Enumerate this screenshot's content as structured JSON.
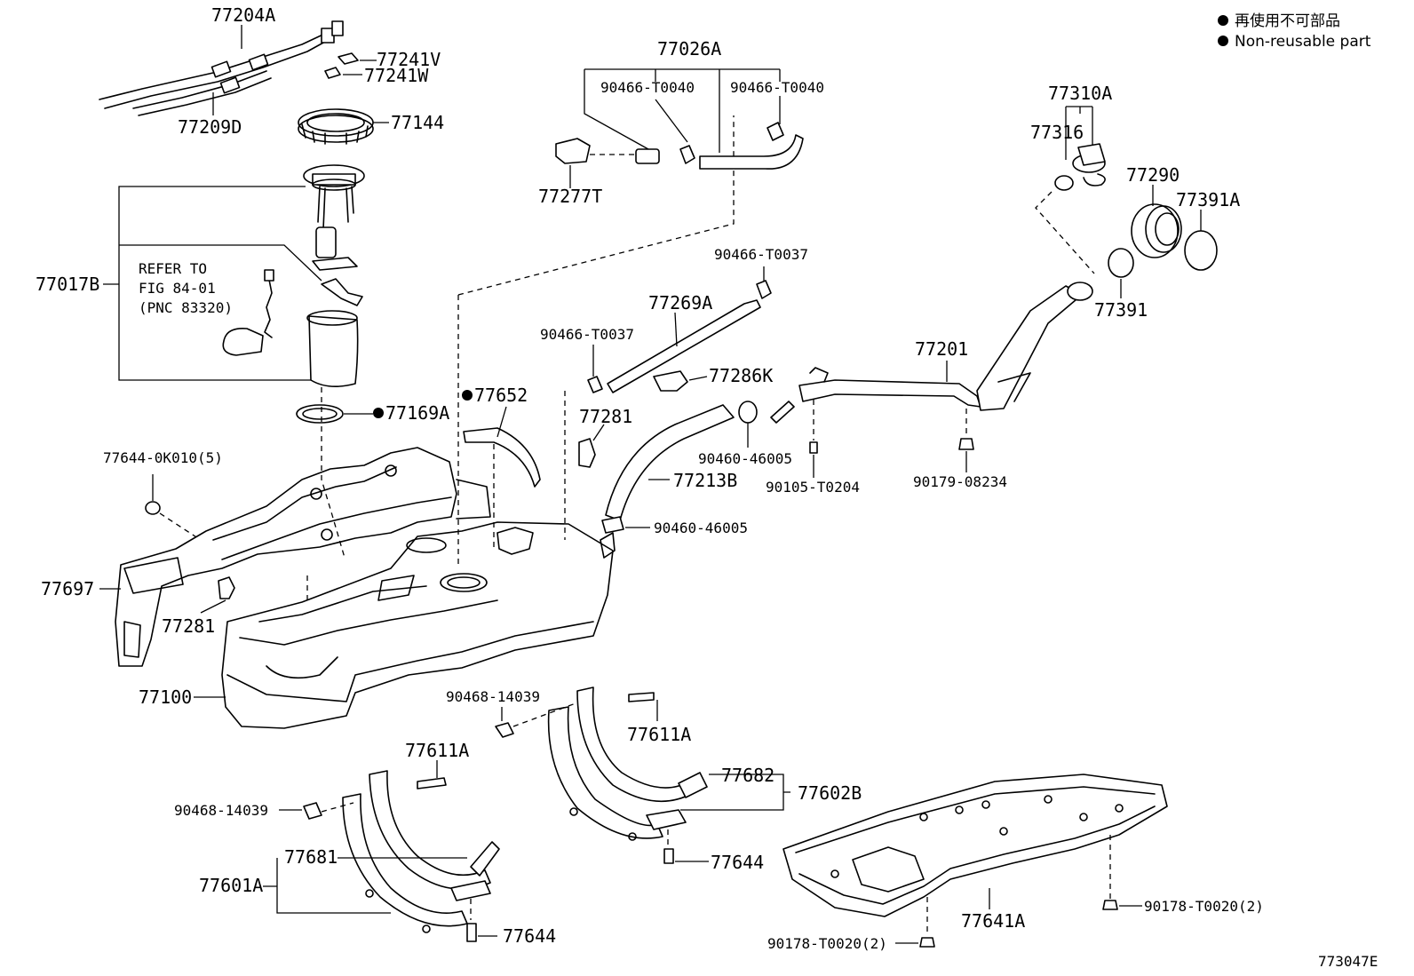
{
  "legend": {
    "line1": "再使用不可部品",
    "line2": "Non-reusable part"
  },
  "figure_code": "773047E",
  "refer_note": {
    "line1": "REFER TO",
    "line2": "FIG 84-01",
    "line3": "(PNC 83320)"
  },
  "labels": {
    "p77204A": "77204A",
    "p77241V": "77241V",
    "p77241W": "77241W",
    "p77209D": "77209D",
    "p77144": "77144",
    "p77017B": "77017B",
    "p77169A": "77169A",
    "p77652": "77652",
    "p77644_0K010": "77644-0K010(5)",
    "p77697": "77697",
    "p77281_left": "77281",
    "p77100": "77100",
    "p77026A": "77026A",
    "p90466_T0040_a": "90466-T0040",
    "p90466_T0040_b": "90466-T0040",
    "p77277T": "77277T",
    "p90466_T0037_a": "90466-T0037",
    "p77269A": "77269A",
    "p90466_T0037_b": "90466-T0037",
    "p77286K": "77286K",
    "p77281_mid": "77281",
    "p77213B": "77213B",
    "p90460_46005_a": "90460-46005",
    "p90460_46005_b": "90460-46005",
    "p90105_T0204": "90105-T0204",
    "p77201": "77201",
    "p90179_08234": "90179-08234",
    "p77310A": "77310A",
    "p77316": "77316",
    "p77290": "77290",
    "p77391A": "77391A",
    "p77391": "77391",
    "p90468_14039_a": "90468-14039",
    "p77611A_a": "77611A",
    "p77611A_b": "77611A",
    "p90468_14039_b": "90468-14039",
    "p77681": "77681",
    "p77601A": "77601A",
    "p77644_a": "77644",
    "p77682": "77682",
    "p77602B": "77602B",
    "p77644_b": "77644",
    "p77641A": "77641A",
    "p90178_T0020_a": "90178-T0020(2)",
    "p90178_T0020_b": "90178-T0020(2)"
  }
}
